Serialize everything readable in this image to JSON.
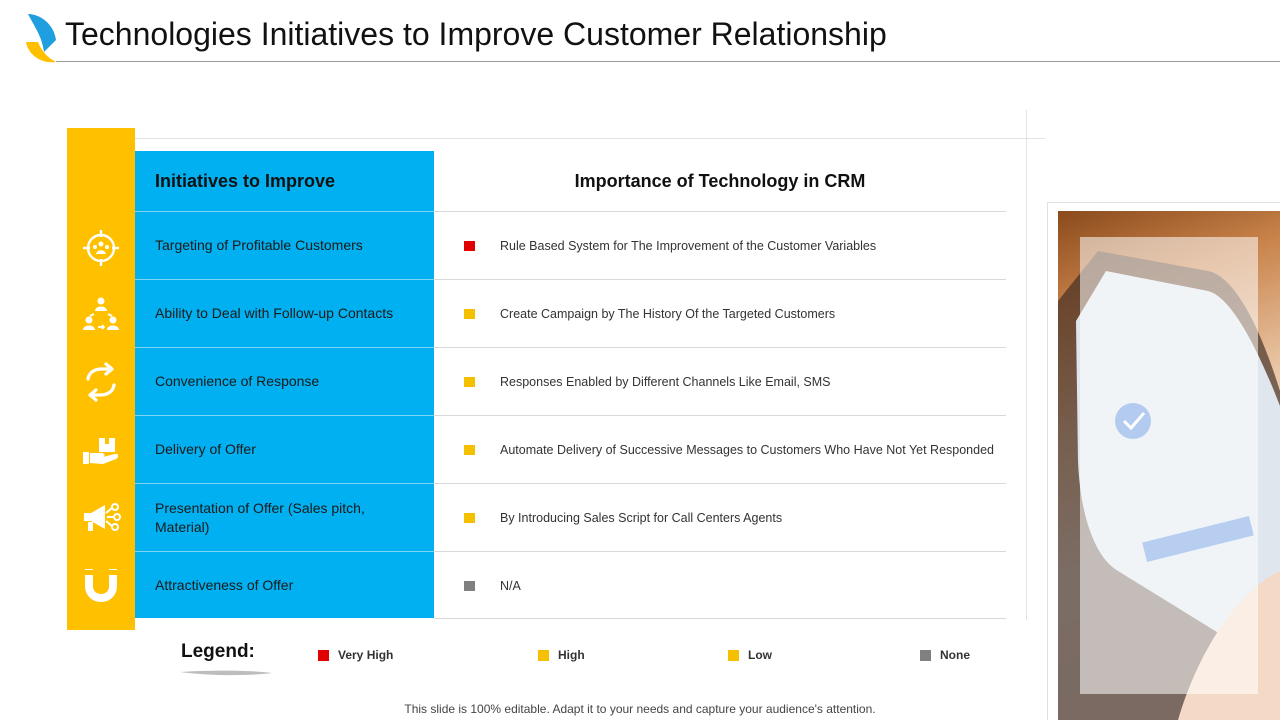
{
  "title": "Technologies Initiatives to Improve Customer Relationship",
  "colors": {
    "accent_yellow": "#ffc000",
    "accent_blue": "#00b0f0",
    "very_high": "#e00000",
    "high": "#f4c000",
    "low": "#f4c000",
    "none": "#808080"
  },
  "table": {
    "left_header": "Initiatives to Improve",
    "right_header": "Importance of Technology  in CRM",
    "rows": [
      {
        "icon": "target-people-icon",
        "initiative": "Targeting of Profitable Customers",
        "importance": "Rule Based System for The Improvement of the Customer Variables",
        "level": "very_high"
      },
      {
        "icon": "team-hierarchy-icon",
        "initiative": "Ability to Deal with Follow-up Contacts",
        "importance": "Create Campaign by The History Of the Targeted Customers",
        "level": "high"
      },
      {
        "icon": "refresh-arrows-icon",
        "initiative": "Convenience of Response",
        "importance": "Responses  Enabled by Different Channels  Like Email, SMS",
        "level": "high"
      },
      {
        "icon": "hand-box-icon",
        "initiative": "Delivery of Offer",
        "importance": "Automate Delivery of Successive  Messages to Customers  Who  Have Not Yet Responded",
        "level": "high"
      },
      {
        "icon": "megaphone-icon",
        "initiative": "Presentation of Offer (Sales pitch, Material)",
        "importance": "By Introducing Sales Script for Call Centers Agents",
        "level": "high"
      },
      {
        "icon": "magnet-icon",
        "initiative": "Attractiveness of Offer",
        "importance": "N/A",
        "level": "none"
      }
    ]
  },
  "legend": {
    "title": "Legend:",
    "items": [
      {
        "label": "Very High",
        "color": "#e00000"
      },
      {
        "label": "High",
        "color": "#f4c000"
      },
      {
        "label": "Low",
        "color": "#f4c000"
      },
      {
        "label": "None",
        "color": "#808080"
      }
    ]
  },
  "footer": "This slide is 100% editable. Adapt it to your needs and capture your audience's attention."
}
